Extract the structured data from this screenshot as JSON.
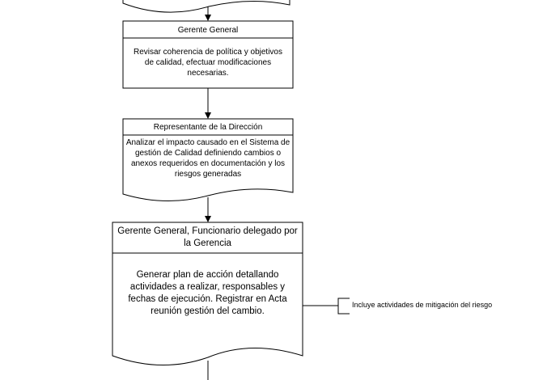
{
  "steps": [
    {
      "role": "Gerente General",
      "text": "Revisar coherencia de política y objetivos de calidad, efectuar modificaciones necesarias."
    },
    {
      "role": "Representante de la Dirección",
      "text": "Analizar el impacto causado en el Sistema de gestión de Calidad definiendo cambios o anexos requeridos en documentación y los riesgos generadas"
    },
    {
      "role": "Gerente General,  Funcionario delegado por la Gerencia",
      "text": "Generar plan de acción detallando actividades a realizar, responsables y fechas de ejecución. Registrar en Acta reunión gestión del cambio."
    }
  ],
  "annotation": "Incluye actividades de mitigación del riesgo"
}
